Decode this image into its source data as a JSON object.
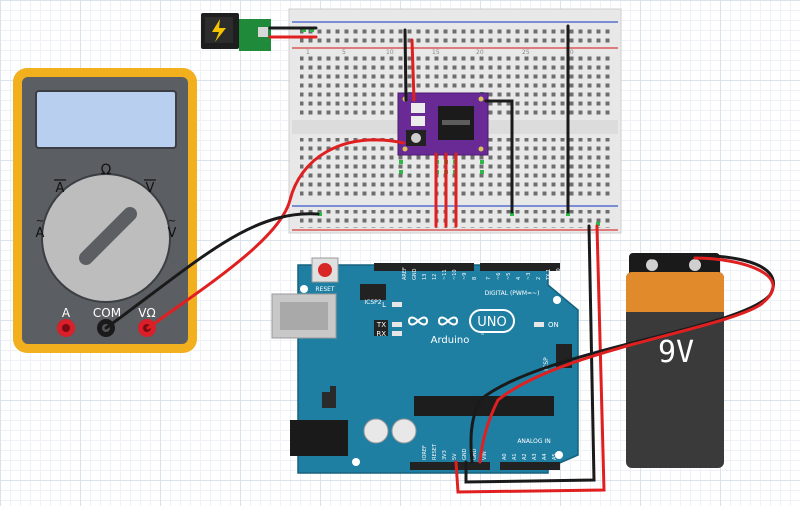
{
  "colors": {
    "wire_red": "#e02020",
    "wire_black": "#1a1a1a",
    "multimeter_case": "#f2b01e",
    "multimeter_body": "#5b5e62",
    "arduino_blue": "#1f7fa3",
    "driver_purple": "#6a2a96",
    "battery_orange": "#e08a2c",
    "power_jack_green": "#1f8a3a"
  },
  "multimeter": {
    "ohm_top": "Ω",
    "amps_dc": "A",
    "volts_dc": "V",
    "amps_ac": "A",
    "volts_ac": "V",
    "port_a": "A",
    "port_com": "COM",
    "port_vohm": "VΩ"
  },
  "arduino": {
    "brand": "Arduino",
    "tm": "™",
    "model": "UNO",
    "reset_label": "RESET",
    "icsp2_label": "ICSP2",
    "icsp_label": "ICSP",
    "digital_label": "DIGITAL (PWM=~)",
    "analog_label": "ANALOG IN",
    "on_label": "ON",
    "led_l": "L",
    "led_tx": "TX",
    "led_rx": "RX",
    "aref_label": "AREF",
    "gnd_label": "GND",
    "pin_13": "13",
    "pin_12": "12",
    "pin_11": "~11",
    "pin_10": "~10",
    "pin_9": "~9",
    "pin_8": "8",
    "pin_7": "7",
    "pin_6": "~6",
    "pin_5": "~5",
    "pin_4": "4",
    "pin_3": "~3",
    "pin_2": "2",
    "pin_tx": "TX 1",
    "pin_rx": "RX 0",
    "power_ioref": "IOREF",
    "power_reset": "RESET",
    "power_3v3": "3V3",
    "power_5v": "5V",
    "power_gnd1": "GND",
    "power_gnd2": "GND",
    "power_vin": "VIN",
    "analog_a0": "A0",
    "analog_a1": "A1",
    "analog_a2": "A2",
    "analog_a3": "A3",
    "analog_a4": "A4",
    "analog_a5": "A5"
  },
  "battery": {
    "label": "9V"
  },
  "breadboard": {
    "col_1": "1",
    "col_5": "5",
    "col_10": "10",
    "col_15": "15",
    "col_20": "20",
    "col_25": "25",
    "col_30": "30"
  }
}
